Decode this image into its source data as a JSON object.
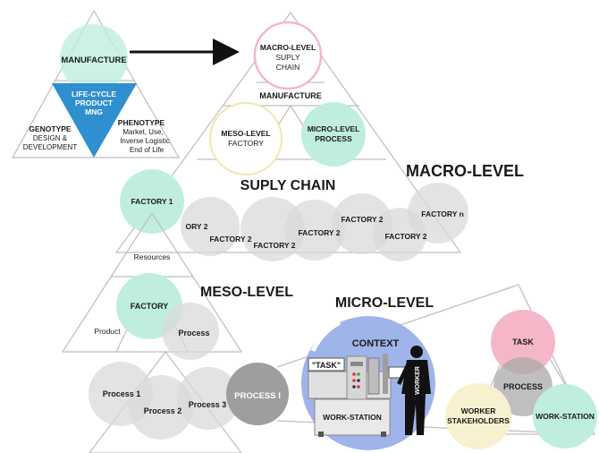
{
  "top_left": {
    "manufacture": "MANUFACTURE",
    "lifecycle": [
      "LIFE-CYCLE",
      "PRODUCT",
      "MNG"
    ],
    "genotype": [
      "GENOTYPE",
      "DESIGN &",
      "DEVELOPMENT"
    ],
    "phenotype": [
      "PHENOTYPE",
      "Market, Use,",
      "Inverse Logistic",
      "End of Life"
    ]
  },
  "macro_pyramid": {
    "top": [
      "MACRO-LEVEL",
      "SUPLY",
      "CHAIN"
    ],
    "manufacture": "MANUFACTURE",
    "meso": [
      "MESO-LEVEL",
      "FACTORY"
    ],
    "micro": [
      "MICRO-LEVEL",
      "PROCESS"
    ],
    "supply_chain": "SUPLY CHAIN",
    "macro_level": "MACRO-LEVEL",
    "factories": {
      "f1": "FACTORY 1",
      "ory2": "ORY 2",
      "f2a": "FACTORY 2",
      "f2b": "FACTORY 2",
      "f2c": "FACTORY 2",
      "f2d": "FACTORY 2",
      "f2e": "FACTORY 2",
      "fn": "FACTORY n"
    }
  },
  "meso_pyramid": {
    "resources": "Resources",
    "factory": "FACTORY",
    "product": "Product",
    "process": "Process",
    "meso_level": "MESO-LEVEL"
  },
  "micro_section": {
    "micro_level": "MICRO-LEVEL",
    "context": "CONTEXT",
    "task_quote": "\"TASK\"",
    "worker": "WORKER",
    "work_station": "WORK-STATION",
    "processes": {
      "p1": "Process 1",
      "p2": "Process 2",
      "p3": "Process 3",
      "pI": "PROCESS I"
    }
  },
  "right_pyramid": {
    "task": "TASK",
    "process": "PROCESS",
    "worker_stakeholders": [
      "WORKER",
      "STAKEHOLDERS"
    ],
    "work_station": "WORK-STATION"
  },
  "colors": {
    "mint": "#bfeee0",
    "blue": "#2f8fcf",
    "pink": "#f5b6c8",
    "cream": "#f7f1d0",
    "lavender": "#9fb4e8",
    "gray_circle": "#d9d9d9",
    "dark_gray": "#9e9e9e",
    "line": "#bdbdbd"
  }
}
